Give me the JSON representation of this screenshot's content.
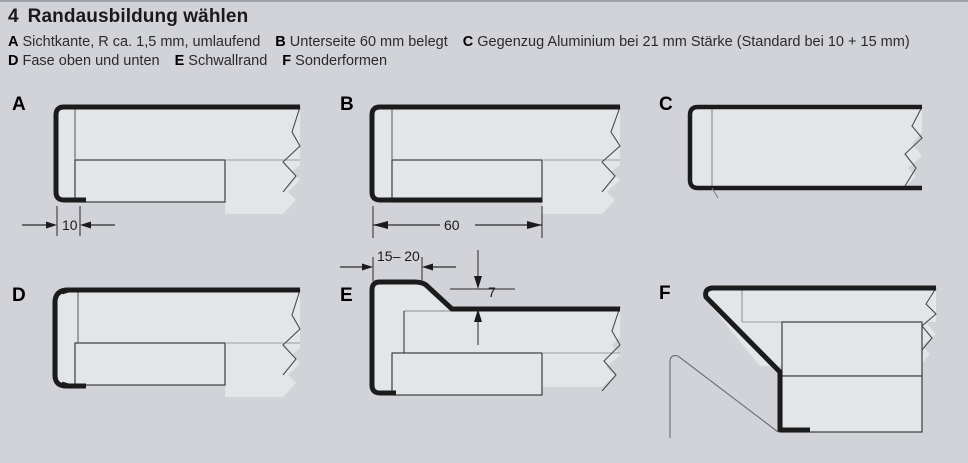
{
  "header": {
    "section_number": "4",
    "title": "Randausbildung wählen",
    "legend_line1": [
      {
        "key": "A",
        "text": "Sichtkante, R ca. 1,5 mm, umlaufend"
      },
      {
        "key": "B",
        "text": "Unterseite 60 mm belegt"
      },
      {
        "key": "C",
        "text": "Gegenzug Aluminium bei 21 mm Stärke (Standard bei 10 + 15 mm)"
      }
    ],
    "legend_line2": [
      {
        "key": "D",
        "text": "Fase oben und unten"
      },
      {
        "key": "E",
        "text": "Schwallrand"
      },
      {
        "key": "F",
        "text": "Sonderformen"
      }
    ]
  },
  "panels": [
    {
      "label": "A",
      "name": "edge-profile-a",
      "dimension": "10"
    },
    {
      "label": "B",
      "name": "edge-profile-b",
      "dimension": "60"
    },
    {
      "label": "C",
      "name": "edge-profile-c",
      "dimension": ""
    },
    {
      "label": "D",
      "name": "edge-profile-d",
      "dimension": ""
    },
    {
      "label": "E",
      "name": "edge-profile-e",
      "dimension_width": "15– 20",
      "dimension_height": "7"
    },
    {
      "label": "F",
      "name": "edge-profile-f",
      "dimension": ""
    }
  ],
  "colors": {
    "background": "#d2d3d8",
    "panel_fill": "#e3e6e8",
    "edge_dark": "#1b1b1b",
    "thin_line": "#3a3a3a",
    "rule": "#9fa2ab"
  }
}
